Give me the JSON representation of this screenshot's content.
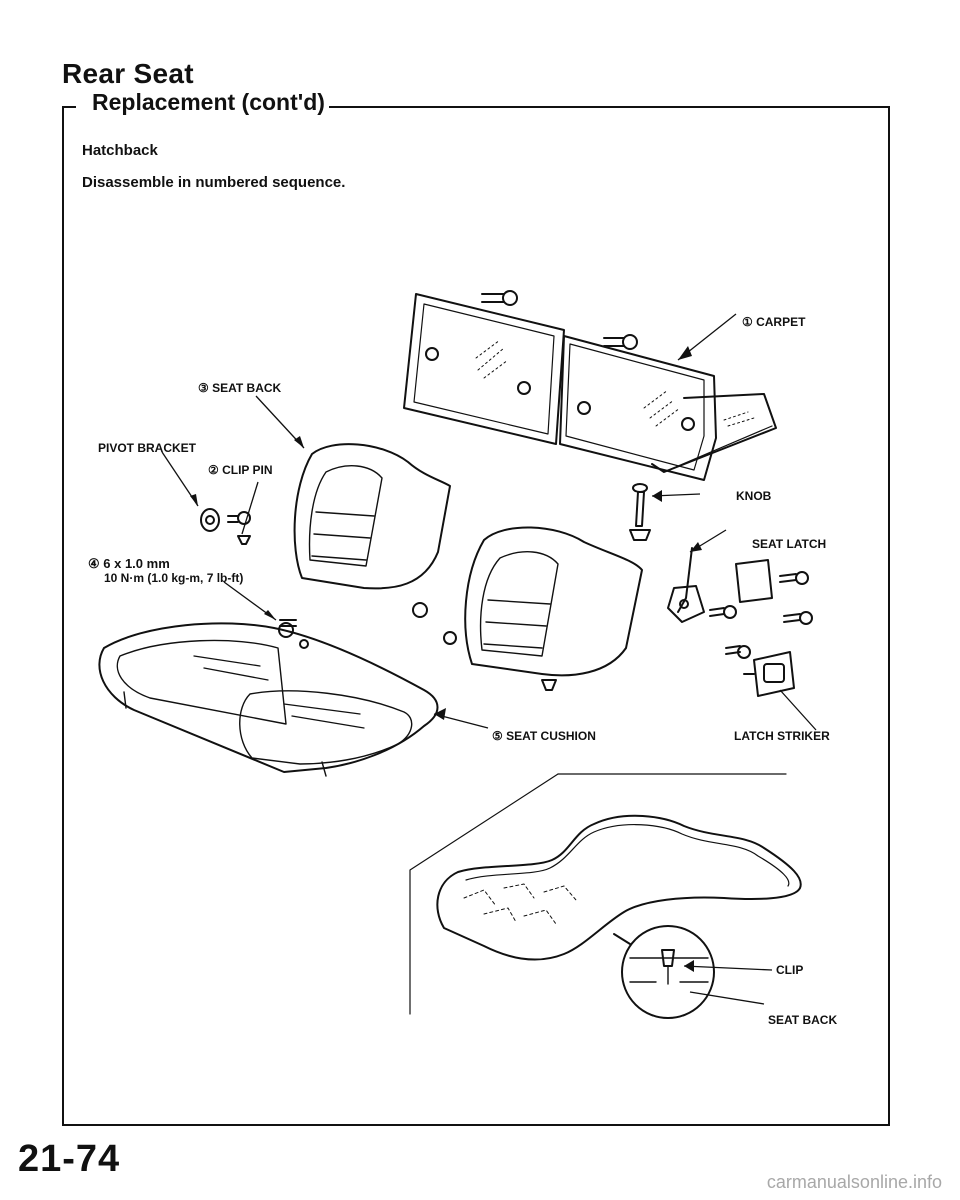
{
  "page": {
    "title": "Rear Seat",
    "section": "Replacement (cont'd)",
    "subtitle": "Hatchback",
    "instruction": "Disassemble in numbered sequence.",
    "page_number": "21-74",
    "watermark": "carmanualsonline.info"
  },
  "callouts": {
    "carpet": "① CARPET",
    "seat_back": "③ SEAT BACK",
    "pivot_bracket": "PIVOT BRACKET",
    "clip_pin": "② CLIP PIN",
    "bolt_size": "④ 6 x 1.0 mm",
    "bolt_torque": "10 N·m (1.0 kg-m, 7 lb-ft)",
    "knob": "KNOB",
    "seat_latch": "SEAT LATCH",
    "latch_striker": "LATCH STRIKER",
    "seat_cushion": "⑤ SEAT CUSHION",
    "clip": "CLIP",
    "seat_back_detail": "SEAT BACK"
  }
}
